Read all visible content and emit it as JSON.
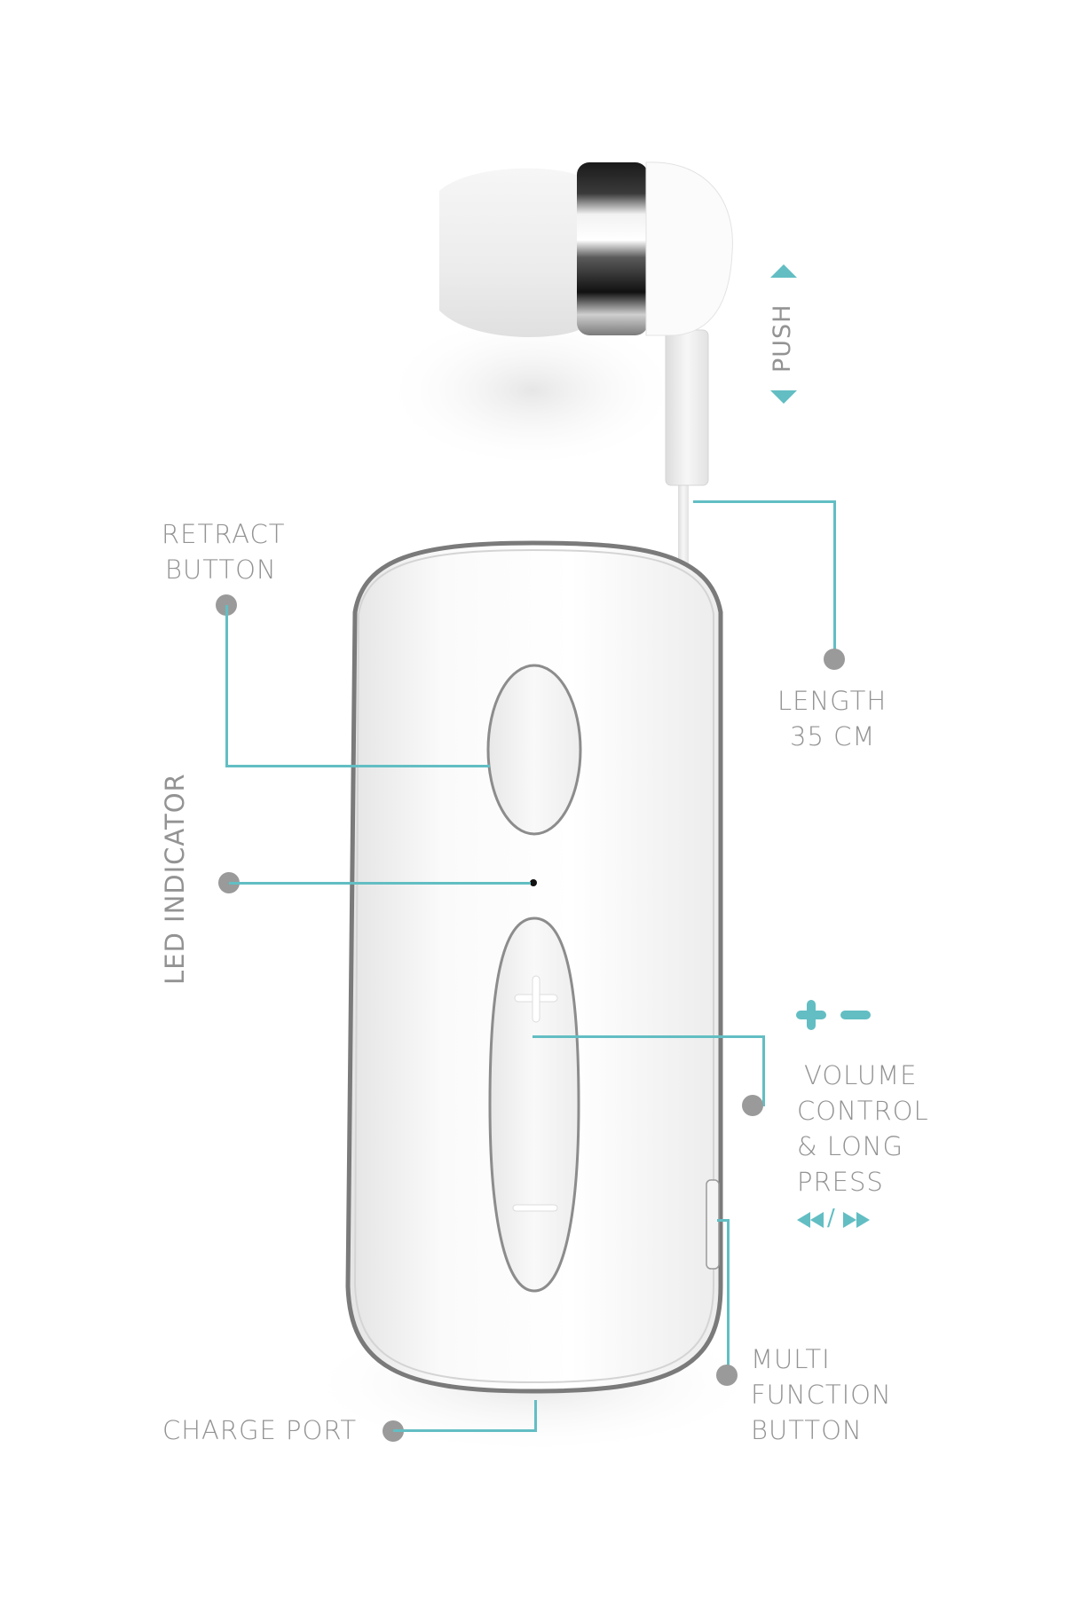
{
  "diagram": {
    "subject": "Retractable Bluetooth earpiece with clip body",
    "accent_color": "#62bec3",
    "label_color": "#939393",
    "dot_color": "#9a9a9a",
    "push": {
      "label": "PUSH",
      "icons": [
        "arrow-up-icon",
        "arrow-down-icon"
      ]
    },
    "callouts": {
      "retract": {
        "lines": [
          "RETRACT",
          "BUTTON"
        ]
      },
      "led": {
        "label": "LED INDICATOR"
      },
      "length": {
        "lines": [
          "LENGTH",
          "35 CM"
        ]
      },
      "volume": {
        "icons": [
          "plus-icon",
          "minus-icon"
        ],
        "lines": [
          "VOLUME",
          "CONTROL",
          "& LONG",
          "PRESS"
        ],
        "media_icons": [
          "rewind-icon",
          "slash",
          "fast-forward-icon"
        ],
        "slash": "/"
      },
      "multi": {
        "lines": [
          "MULTI",
          "FUNCTION",
          "BUTTON"
        ]
      },
      "charge": {
        "label": "CHARGE PORT"
      }
    }
  }
}
